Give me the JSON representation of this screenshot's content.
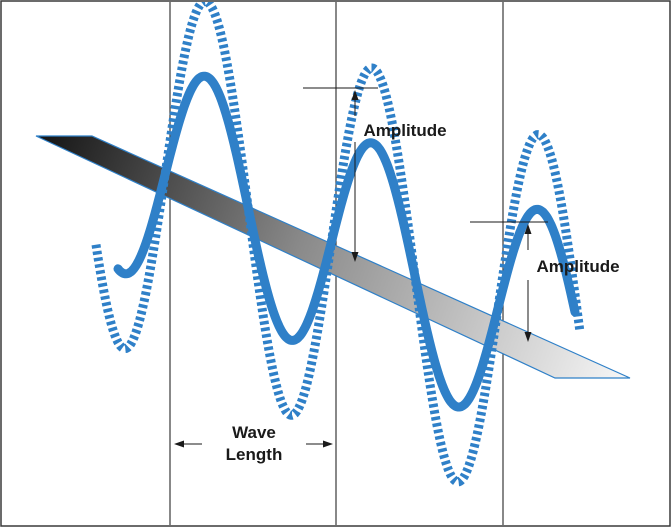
{
  "labels": {
    "amplitude_1": "Amplitude",
    "amplitude_2": "Amplitude",
    "wave_length_line1": "Wave",
    "wave_length_line2": "Length"
  },
  "colors": {
    "wave": "#2f80c8",
    "frame": "#3a3a3a",
    "guide": "#1a1a1a",
    "plane_dark": "#1c1c1c",
    "plane_light": "#f2f2f2",
    "plane_edge": "#2f80c8"
  }
}
